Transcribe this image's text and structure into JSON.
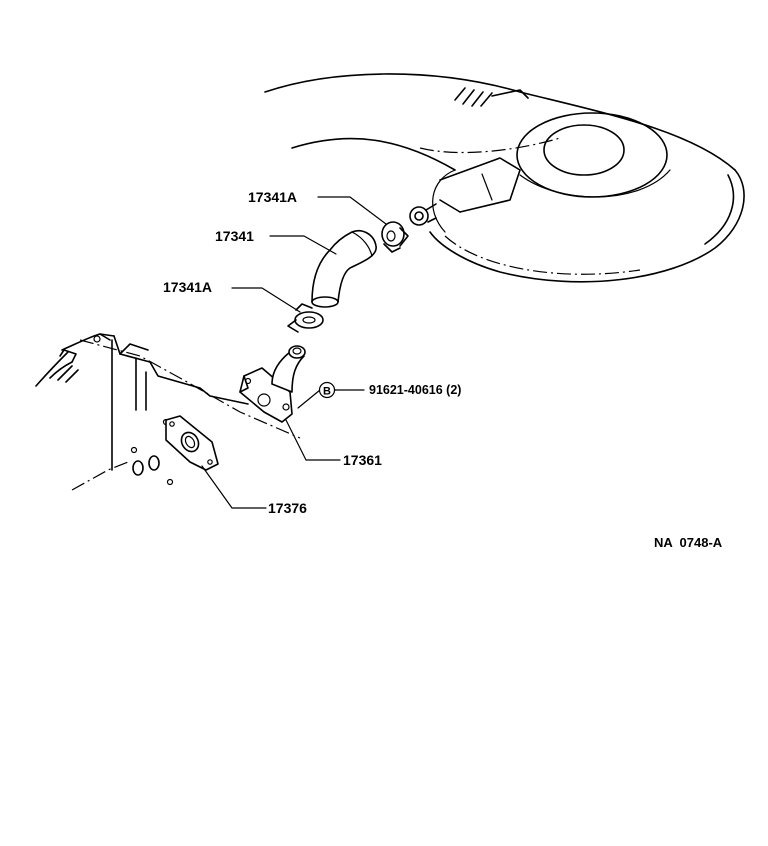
{
  "parts": {
    "clamp_upper": "17341A",
    "hose": "17341",
    "clamp_lower": "17341A",
    "bolt": "91621-40616 (2)",
    "bolt_marker": "B",
    "pipe": "17361",
    "gasket": "17376"
  },
  "drawing_code": "NA  0748-A"
}
